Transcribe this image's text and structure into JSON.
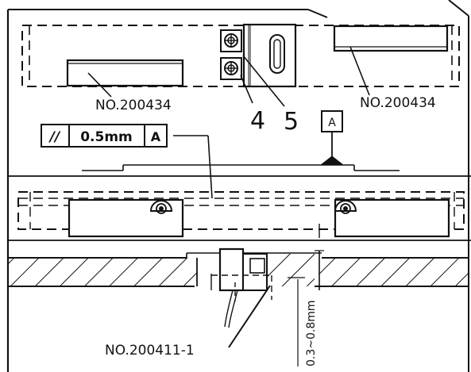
{
  "labels": {
    "part_top_left": "NO.200434",
    "part_top_right": "NO.200434",
    "part_bottom": "NO.200411-1",
    "callout_4": "4",
    "callout_5": "5",
    "datum": "A"
  },
  "tolerance": {
    "symbol": "//",
    "value": "0.5mm",
    "datum_ref": "A"
  },
  "gap_dimension": "0.3~0.8mm",
  "colors": {
    "line": "#111111",
    "background": "#ffffff"
  }
}
